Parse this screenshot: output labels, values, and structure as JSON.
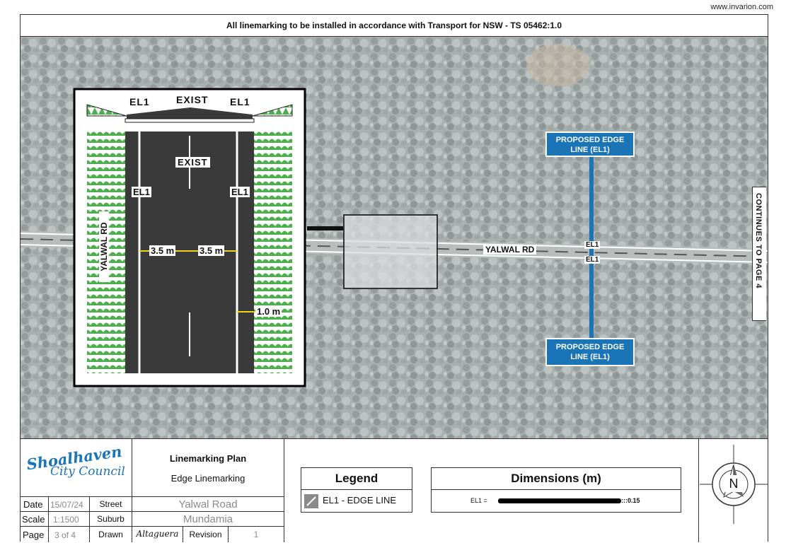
{
  "site": {
    "url": "www.invarion.com"
  },
  "header": {
    "note": "All linemarking to be installed in accordance with Transport for NSW - TS 05462:1.0"
  },
  "inset": {
    "section_labels": {
      "left": "EL1",
      "centre": "EXIST",
      "right": "EL1"
    },
    "plan_labels": {
      "centre": "EXIST",
      "left_edge": "EL1",
      "right_edge": "EL1"
    },
    "road_name": "YALWAL RD",
    "dimensions": {
      "lane_left": "3.5 m",
      "lane_right": "3.5 m",
      "shoulder": "1.0 m"
    }
  },
  "map": {
    "road_name": "YALWAL RD",
    "edge_labels": {
      "top": "EL1",
      "bottom": "EL1"
    },
    "callouts": {
      "top": "PROPOSED EDGE LINE (EL1)",
      "bottom": "PROPOSED EDGE LINE (EL1)"
    },
    "continues": "CONTINUES TO PAGE 4",
    "colors": {
      "callout": "#1a74b5",
      "edge_line": "#1a74b5",
      "grass": "#4cae4c",
      "asphalt": "#3a3a3a"
    }
  },
  "title_block": {
    "logo": {
      "line1": "Shoalhaven",
      "line2": "City Council"
    },
    "plan_title": "Linemarking Plan",
    "plan_subtitle": "Edge Linemarking",
    "date_label": "Date",
    "date_value": "15/07/24",
    "scale_label": "Scale",
    "scale_value": "1:1500",
    "page_label": "Page",
    "page_value": "3 of 4",
    "street_label": "Street",
    "street_value": "Yalwal Road",
    "suburb_label": "Suburb",
    "suburb_value": "Mundamia",
    "drawn_label": "Drawn",
    "drawn_signature": "Altaguera",
    "revision_label": "Revision",
    "revision_value": "1"
  },
  "legend": {
    "title": "Legend",
    "items": [
      {
        "label": "EL1 - EDGE LINE"
      }
    ]
  },
  "dimensions_table": {
    "title": "Dimensions (m)",
    "rows": [
      {
        "label": "EL1 =",
        "value": ":::0.15"
      }
    ]
  },
  "north_arrow": {
    "label": "N"
  }
}
